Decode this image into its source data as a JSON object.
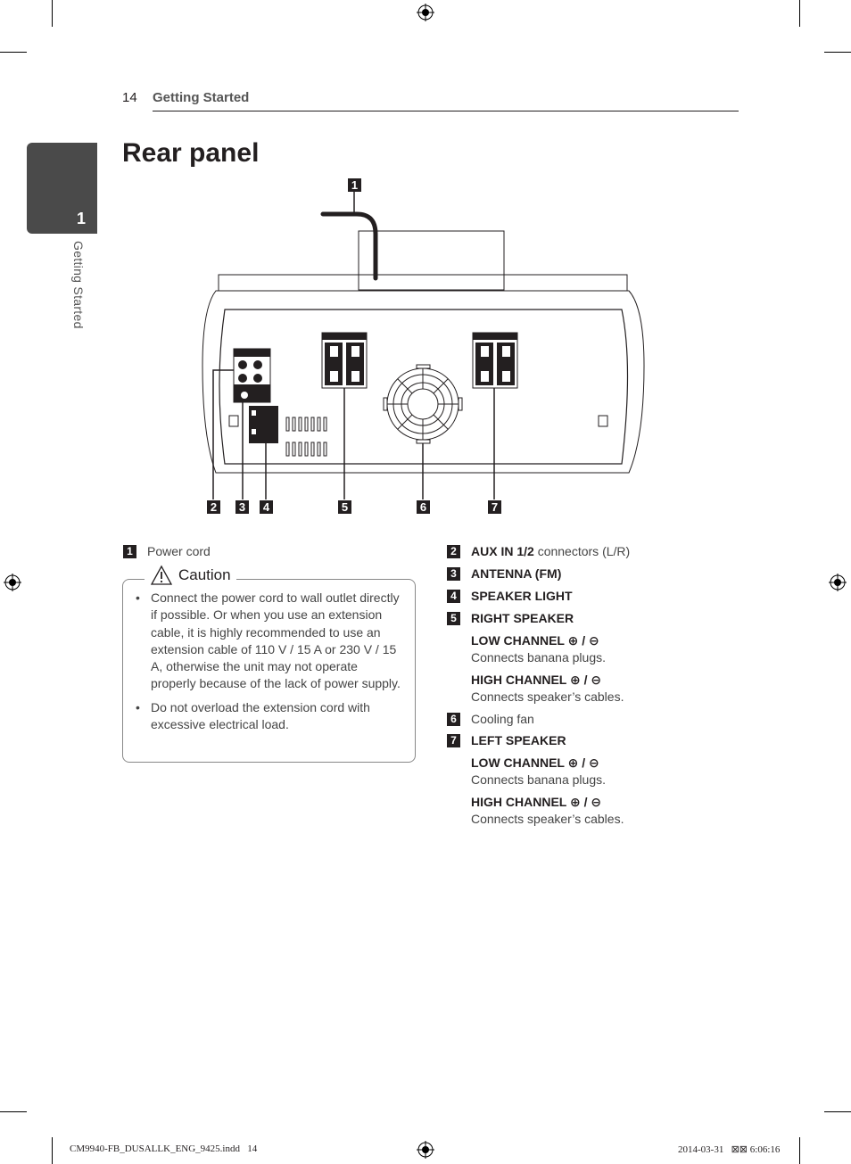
{
  "header": {
    "page_number": "14",
    "section": "Getting Started"
  },
  "side_tab": {
    "number": "1",
    "label": "Getting Started"
  },
  "title": "Rear panel",
  "diagram_callouts": [
    "1",
    "2",
    "3",
    "4",
    "5",
    "6",
    "7"
  ],
  "items_left": [
    {
      "num": "1",
      "bold": "",
      "text": "Power cord"
    }
  ],
  "caution": {
    "title": "Caution",
    "bullets": [
      "Connect the power cord to wall outlet directly if possible. Or when you use an extension cable, it is highly recommended to use an extension cable of 110 V / 15 A or 230 V / 15 A, otherwise the unit may not operate properly because of the lack of power supply.",
      "Do not overload the extension cord with excessive electrical load."
    ]
  },
  "items_right": [
    {
      "num": "2",
      "bold": "AUX IN 1/2",
      "text": " connectors (L/R)"
    },
    {
      "num": "3",
      "bold": "ANTENNA (FM)",
      "text": ""
    },
    {
      "num": "4",
      "bold": "SPEAKER LIGHT",
      "text": ""
    },
    {
      "num": "5",
      "bold": "RIGHT SPEAKER",
      "text": ""
    },
    {
      "sub_bold": "LOW CHANNEL ⊕ / ⊖",
      "sub_text": "Connects banana plugs."
    },
    {
      "sub_bold": "HIGH CHANNEL ⊕ / ⊖",
      "sub_text": "Connects speaker’s cables."
    },
    {
      "num": "6",
      "bold": "",
      "text": "Cooling fan"
    },
    {
      "num": "7",
      "bold": "LEFT SPEAKER",
      "text": ""
    },
    {
      "sub_bold": "LOW CHANNEL ⊕ / ⊖",
      "sub_text": "Connects banana plugs."
    },
    {
      "sub_bold": "HIGH CHANNEL ⊕ / ⊖",
      "sub_text": "Connects speaker’s cables."
    }
  ],
  "footer": {
    "file": "CM9940-FB_DUSALLK_ENG_9425.indd   14",
    "date": "2014-03-31   ⊠⊠ 6:06:16"
  }
}
